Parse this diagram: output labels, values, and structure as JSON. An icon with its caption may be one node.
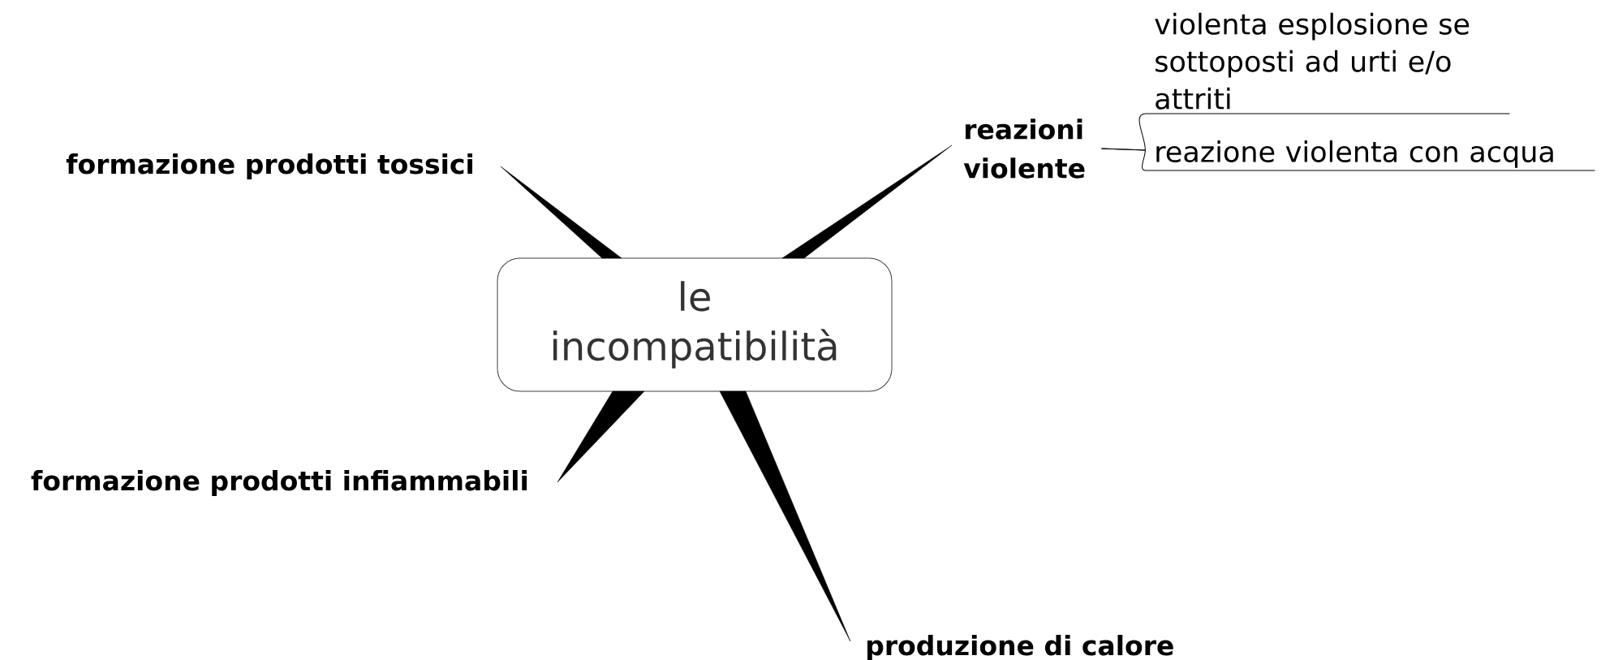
{
  "diagram": {
    "nodes": [
      {
        "text": [
          "le incompatibilità"
        ]
      },
      {
        "text": [
          "formazione prodotti tossici"
        ]
      },
      {
        "text": [
          "reazioni violente"
        ]
      },
      {
        "text": [
          "formazione prodotti infiammabili"
        ]
      },
      {
        "text": [
          "produzione di calore"
        ]
      },
      {
        "text": [
          "violenta esplosione se sottoposti ad urti e/o attriti"
        ]
      },
      {
        "text": [
          "reazione violenta con acqua"
        ]
      }
    ],
    "edges": [
      {
        "from": 0,
        "to": 1,
        "arrow": "none"
      },
      {
        "from": 0,
        "to": 2,
        "arrow": "none"
      },
      {
        "from": 0,
        "to": 3,
        "arrow": "none"
      },
      {
        "from": 0,
        "to": 4,
        "arrow": "none"
      },
      {
        "from": 2,
        "to": 5,
        "arrow": "none"
      },
      {
        "from": 2,
        "to": 6,
        "arrow": "none"
      }
    ]
  }
}
